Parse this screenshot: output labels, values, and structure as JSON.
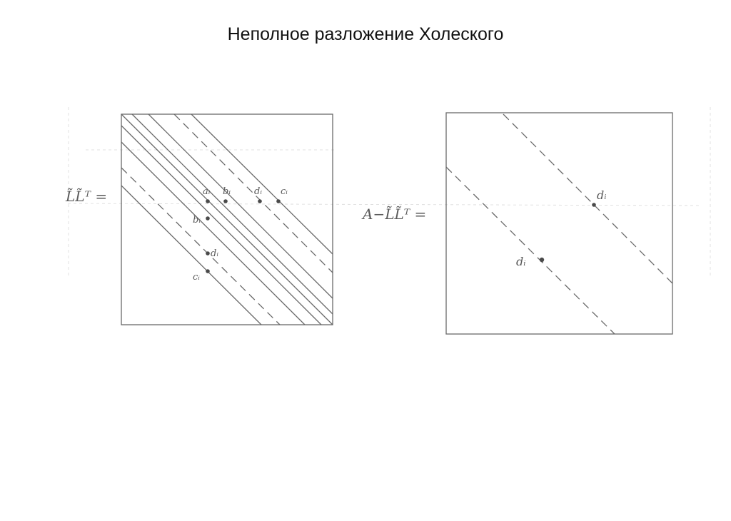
{
  "title": "Неполное разложение Холеского",
  "left_matrix": {
    "lhs": "L̃L̃ᵀ =",
    "labels": {
      "a": "aᵢ",
      "b_top": "bᵢ",
      "d_top": "dᵢ",
      "c_top": "cᵢ",
      "b_left": "bᵢ",
      "d_left": "dᵢ",
      "c_left": "cᵢ"
    }
  },
  "right_matrix": {
    "lhs": "A−L̃L̃ᵀ =",
    "labels": {
      "d_upper": "dᵢ",
      "d_lower": "dᵢ"
    }
  }
}
